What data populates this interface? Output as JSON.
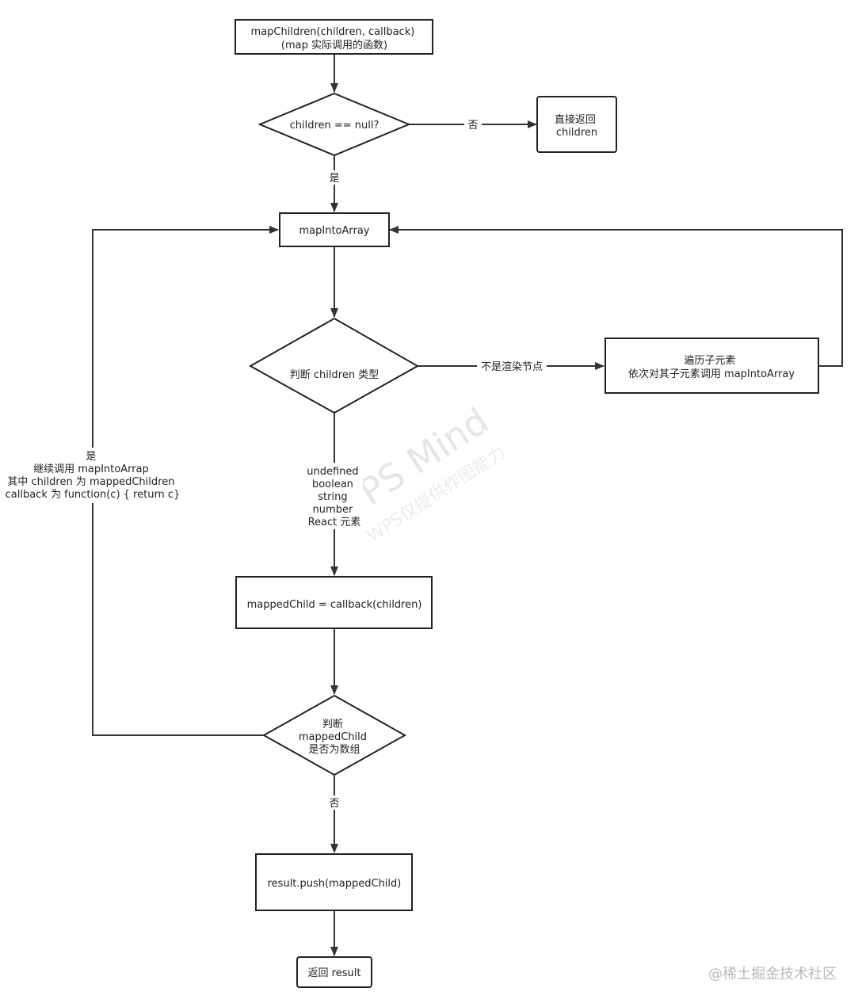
{
  "nodes": {
    "map_children": {
      "lines": [
        "mapChildren(children, callback)",
        "(map 实际调用的函数)"
      ]
    },
    "children_null": {
      "lines": [
        "children == null?"
      ]
    },
    "return_children": {
      "lines": [
        "直接返回",
        "children"
      ]
    },
    "map_into_array": {
      "lines": [
        "mapIntoArray"
      ]
    },
    "judge_type": {
      "lines": [
        "判断 children 类型"
      ]
    },
    "iterate_children": {
      "lines": [
        "遍历子元素",
        "依次对其子元素调用 mapIntoArray"
      ]
    },
    "mapped_child": {
      "lines": [
        "mappedChild = callback(children)"
      ]
    },
    "judge_array": {
      "lines": [
        "判断",
        "mappedChild",
        "是否为数组"
      ]
    },
    "result_push": {
      "lines": [
        "result.push(mappedChild)"
      ]
    },
    "return_result": {
      "lines": [
        "返回 result"
      ]
    }
  },
  "edge_labels": {
    "null_no": "否",
    "null_yes": "是",
    "not_render_node": "不是渲染节点",
    "types": [
      "undefined",
      "boolean",
      "string",
      "number",
      "React 元素"
    ],
    "array_yes": [
      "是",
      "继续调用 mapIntoArrap",
      "其中 children 为 mappedChildren",
      "callback 为 function(c) { return c}"
    ],
    "array_no": "否"
  },
  "watermarks": {
    "wps_big": "WPS Mind",
    "wps_small": "WPS仅提供作图能力",
    "juejin": "@稀土掘金技术社区"
  }
}
